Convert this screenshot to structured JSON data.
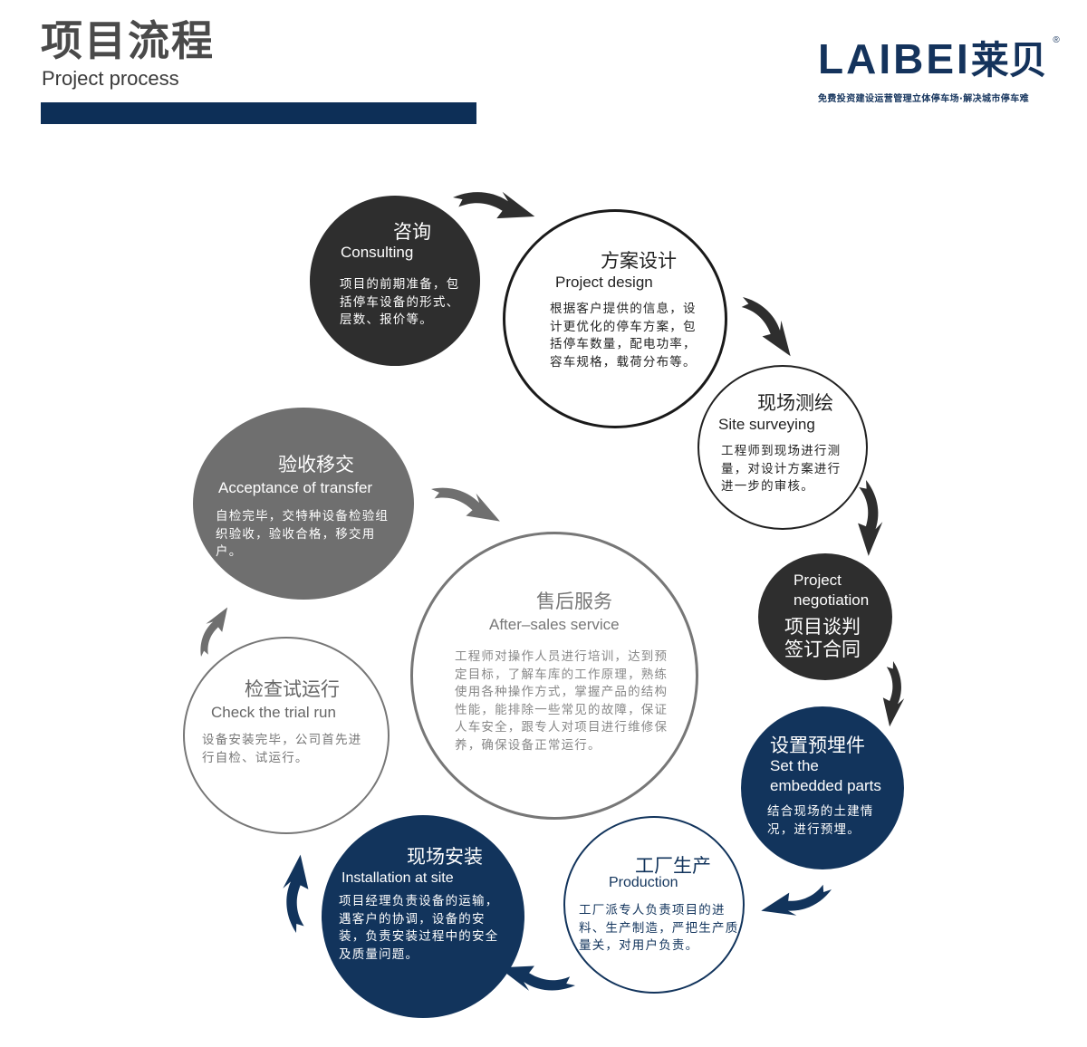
{
  "header": {
    "title_cn": "项目流程",
    "title_en": "Project process",
    "bar_color": "#0d2f57"
  },
  "brand": {
    "logo_en": "LAIBEI",
    "logo_cn": "莱贝",
    "registered": "®",
    "slogan": "免费投资建设运营管理立体停车场·解决城市停车难",
    "color": "#14335c"
  },
  "colors": {
    "dark": "#2e2e2e",
    "navy": "#12345c",
    "grey": "#6f6f6f"
  },
  "steps": [
    {
      "id": "consulting",
      "title_cn": "咨询",
      "title_en": "Consulting",
      "desc": "项目的前期准备，包括停车设备的形式、层数、报价等。"
    },
    {
      "id": "project-design",
      "title_cn": "方案设计",
      "title_en": "Project design",
      "desc": "根据客户提供的信息，设计更优化的停车方案，包括停车数量，配电功率，容车规格，载荷分布等。"
    },
    {
      "id": "site-surveying",
      "title_cn": "现场测绘",
      "title_en": "Site surveying",
      "desc": "工程师到现场进行测量，对设计方案进行进一步的审核。"
    },
    {
      "id": "project-negotiation",
      "title_en_line1": "Project",
      "title_en_line2": "negotiation",
      "title_cn_line1": "项目谈判",
      "title_cn_line2": "签订合同"
    },
    {
      "id": "embedded-parts",
      "title_cn": "设置预埋件",
      "title_en_line1": "Set the",
      "title_en_line2": "embedded parts",
      "desc": "结合现场的土建情况，进行预埋。"
    },
    {
      "id": "production",
      "title_cn": "工厂生产",
      "title_en": "Production",
      "desc": "工厂派专人负责项目的进料、生产制造，严把生产质量关，对用户负责。"
    },
    {
      "id": "installation",
      "title_cn": "现场安装",
      "title_en": "Installation at site",
      "desc": "项目经理负责设备的运输，遇客户的协调，设备的安装，负责安装过程中的安全及质量问题。"
    },
    {
      "id": "trial-run",
      "title_cn": "检查试运行",
      "title_en": "Check the trial run",
      "desc": "设备安装完毕，公司首先进行自检、试运行。"
    },
    {
      "id": "acceptance",
      "title_cn": "验收移交",
      "title_en": "Acceptance of transfer",
      "desc": "自检完毕，交特种设备检验组织验收，验收合格，移交用户。"
    },
    {
      "id": "after-sales",
      "title_cn": "售后服务",
      "title_en": "After–sales service",
      "desc": "工程师对操作人员进行培训，达到预定目标，了解车库的工作原理，熟练使用各种操作方式，掌握产品的结构性能，能排除一些常见的故障，保证人车安全，跟专人对项目进行维修保养，确保设备正常运行。"
    }
  ]
}
